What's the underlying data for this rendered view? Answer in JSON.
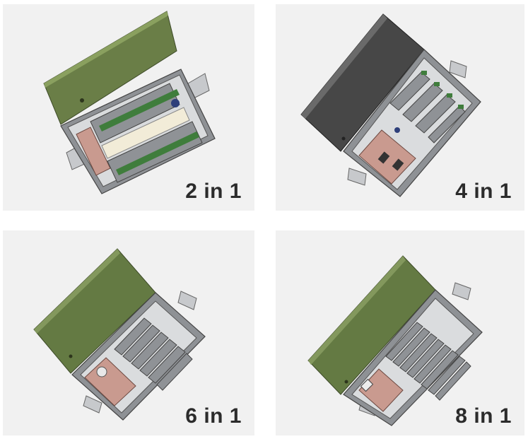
{
  "panels": [
    {
      "label": "2 in 1",
      "lid_color": "#6a7e47"
    },
    {
      "label": "4 in 1",
      "lid_color": "#474747"
    },
    {
      "label": "6 in 1",
      "lid_color": "#647a43"
    },
    {
      "label": "8 in 1",
      "lid_color": "#647a43"
    }
  ],
  "colors": {
    "background": "#f1f1f1",
    "enclosure": "#b9bcbf",
    "board": "#c99a8f",
    "module": "#8f9296",
    "connector": "#3f7d3c"
  }
}
